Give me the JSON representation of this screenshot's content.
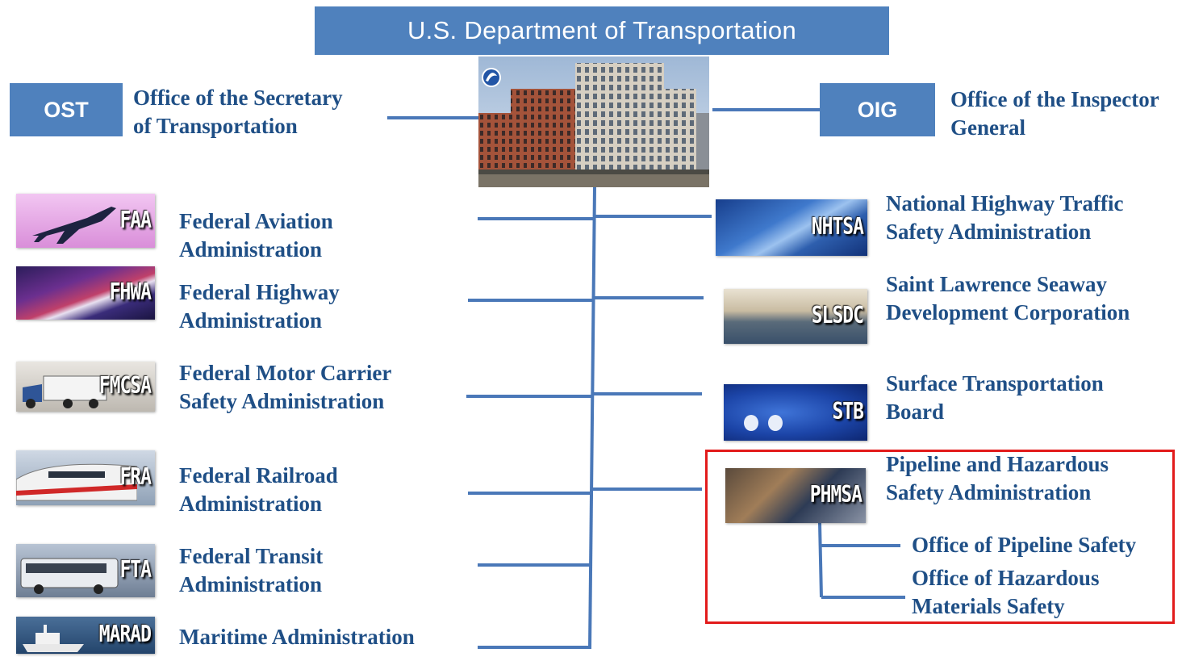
{
  "header": {
    "title": "U.S. Department of Transportation"
  },
  "colors": {
    "box": "#4f81bd",
    "text": "#1f4f86",
    "line": "#4a78b8",
    "highlight": "#e21b1b"
  },
  "ost": {
    "abbr": "OST",
    "line1": "Office of the Secretary",
    "line2": "of Transportation"
  },
  "oig": {
    "abbr": "OIG",
    "line1": "Office of the Inspector",
    "line2": "General"
  },
  "left_agencies": [
    {
      "logo_text": "FAA",
      "line1": "Federal Aviation",
      "line2": "Administration"
    },
    {
      "logo_text": "FHWA",
      "line1": "Federal Highway",
      "line2": "Administration"
    },
    {
      "logo_text": "FMCSA",
      "line1": "Federal Motor Carrier",
      "line2": "Safety Administration"
    },
    {
      "logo_text": "FRA",
      "line1": "Federal Railroad",
      "line2": "Administration"
    },
    {
      "logo_text": "FTA",
      "line1": "Federal Transit",
      "line2": "Administration"
    },
    {
      "logo_text": "MARAD",
      "line1": "Maritime Administration"
    }
  ],
  "right_agencies": [
    {
      "logo_text": "NHTSA",
      "line1": "National Highway Traffic",
      "line2": "Safety Administration"
    },
    {
      "logo_text": "SLSDC",
      "line1": "Saint Lawrence Seaway",
      "line2": "Development Corporation"
    },
    {
      "logo_text": "STB",
      "line1": "Surface Transportation",
      "line2": "Board"
    },
    {
      "logo_text": "PHMSA",
      "line1": "Pipeline and Hazardous",
      "line2": "Safety Administration"
    }
  ],
  "phmsa_offices": [
    {
      "line1": "Office of Pipeline Safety"
    },
    {
      "line1": "Office of Hazardous",
      "line2": "Materials Safety"
    }
  ]
}
